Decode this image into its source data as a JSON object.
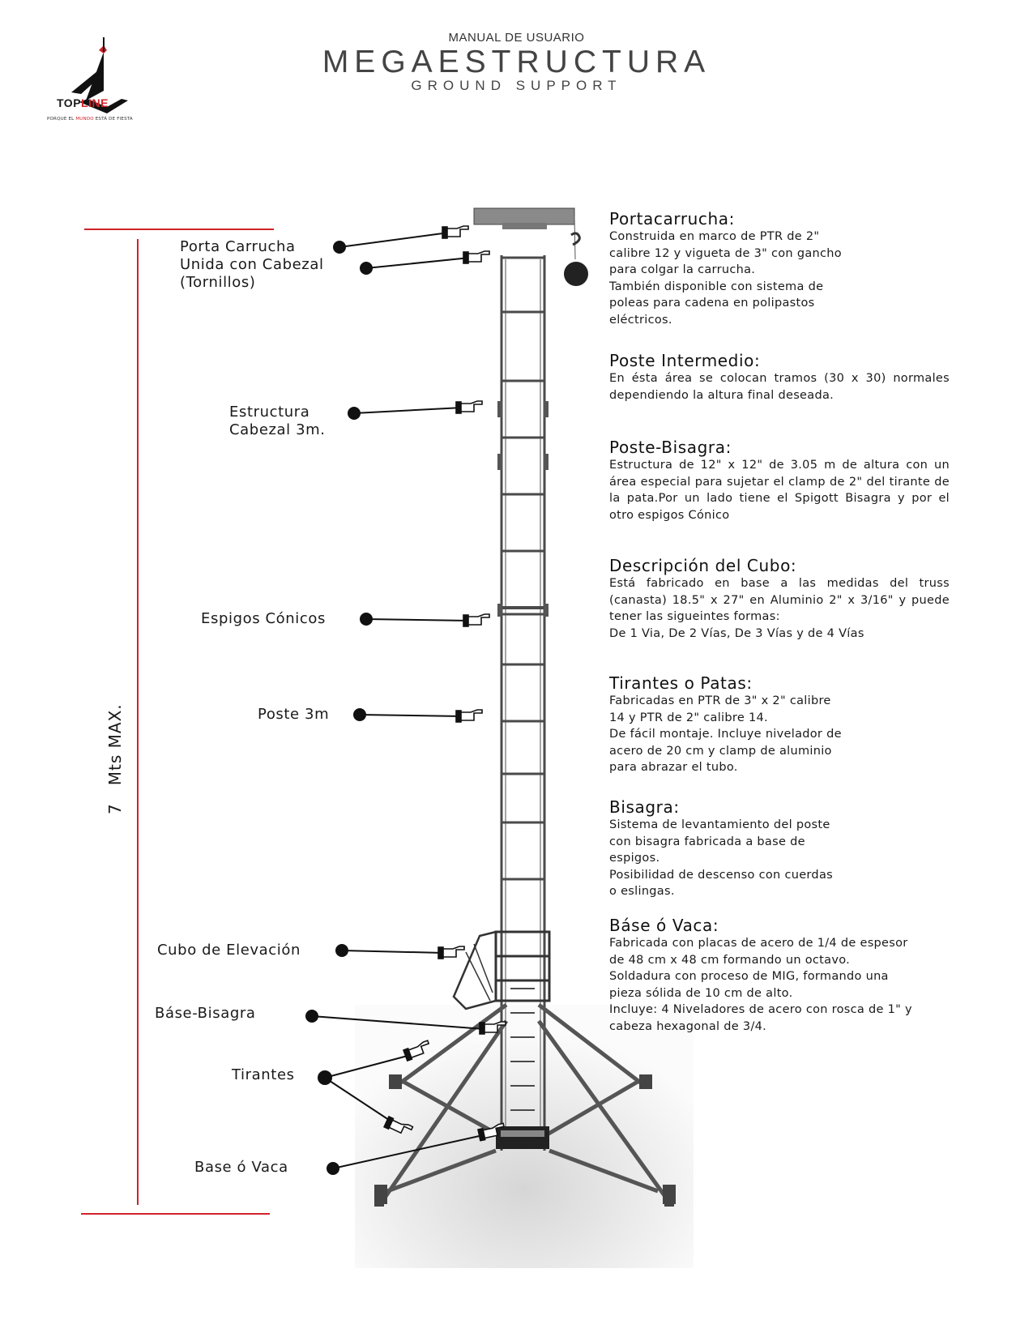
{
  "brand": {
    "name_part1": "TOP",
    "name_part2": "LINE",
    "tagline_part1": "PORQUE EL ",
    "tagline_red": "MUNDO",
    "tagline_part2": " ESTÁ DE FIESTA",
    "accent_color": "#d0232a"
  },
  "header": {
    "kicker": "MANUAL DE USUARIO",
    "title": "MEGAESTRUCTURA",
    "subtitle": "GROUND SUPPORT"
  },
  "diagram": {
    "height_label": "7   Mts MAX.",
    "callouts": [
      {
        "id": "porta",
        "text": "Porta Carrucha\nUnida con Cabezal\n(Tornillos)"
      },
      {
        "id": "cabezal",
        "text": "Estructura\nCabezal 3m."
      },
      {
        "id": "espigos",
        "text": "Espigos Cónicos"
      },
      {
        "id": "poste",
        "text": "Poste 3m"
      },
      {
        "id": "cubo",
        "text": "Cubo de Elevación"
      },
      {
        "id": "basebis",
        "text": "Báse-Bisagra"
      },
      {
        "id": "tirantes",
        "text": "Tirantes"
      },
      {
        "id": "base",
        "text": "Base ó Vaca"
      }
    ]
  },
  "sections": [
    {
      "title": "Portacarrucha:",
      "body": "Construida en marco de PTR de 2\"\ncalibre 12 y vigueta de 3\" con gancho\npara colgar la carrucha.\nTambién disponible con sistema de\npoleas para cadena en polipastos\neléctricos."
    },
    {
      "title": "Poste Intermedio:",
      "body": "En ésta área se colocan tramos (30 x 30) normales dependiendo la altura final deseada."
    },
    {
      "title": "Poste-Bisagra:",
      "body": "Estructura de 12\" x 12\" de 3.05 m de altura con un área especial para sujetar el clamp de 2\" del tirante de la pata.Por un lado tiene el Spigott Bisagra y por el otro espigos Cónico"
    },
    {
      "title": "Descripción del Cubo:",
      "body": "Está fabricado en base a las medidas del truss (canasta) 18.5\" x 27\" en Aluminio 2\" x 3/16\" y puede tener las sigueintes formas:\nDe 1 Via, De 2 Vías, De 3 Vías y de 4 Vías"
    },
    {
      "title": "Tirantes o Patas:",
      "body": "Fabricadas en PTR de 3\" x 2\" calibre\n14 y PTR de 2\" calibre 14.\nDe fácil montaje. Incluye nivelador de\nacero de 20 cm y clamp de aluminio\npara abrazar el tubo."
    },
    {
      "title": "Bisagra:",
      "body": "Sistema de levantamiento del poste\ncon bisagra fabricada a base de\nespigos.\nPosibilidad de descenso con cuerdas\no eslingas."
    },
    {
      "title": "Báse ó Vaca:",
      "body": "Fabricada con placas de acero de 1/4 de espesor\nde 48 cm x 48 cm formando un octavo.\nSoldadura con proceso de MIG, formando una\npieza sólida de 10 cm de alto.\nIncluye: 4 Niveladores de acero con rosca de 1\" y\ncabeza hexagonal de 3/4."
    }
  ]
}
